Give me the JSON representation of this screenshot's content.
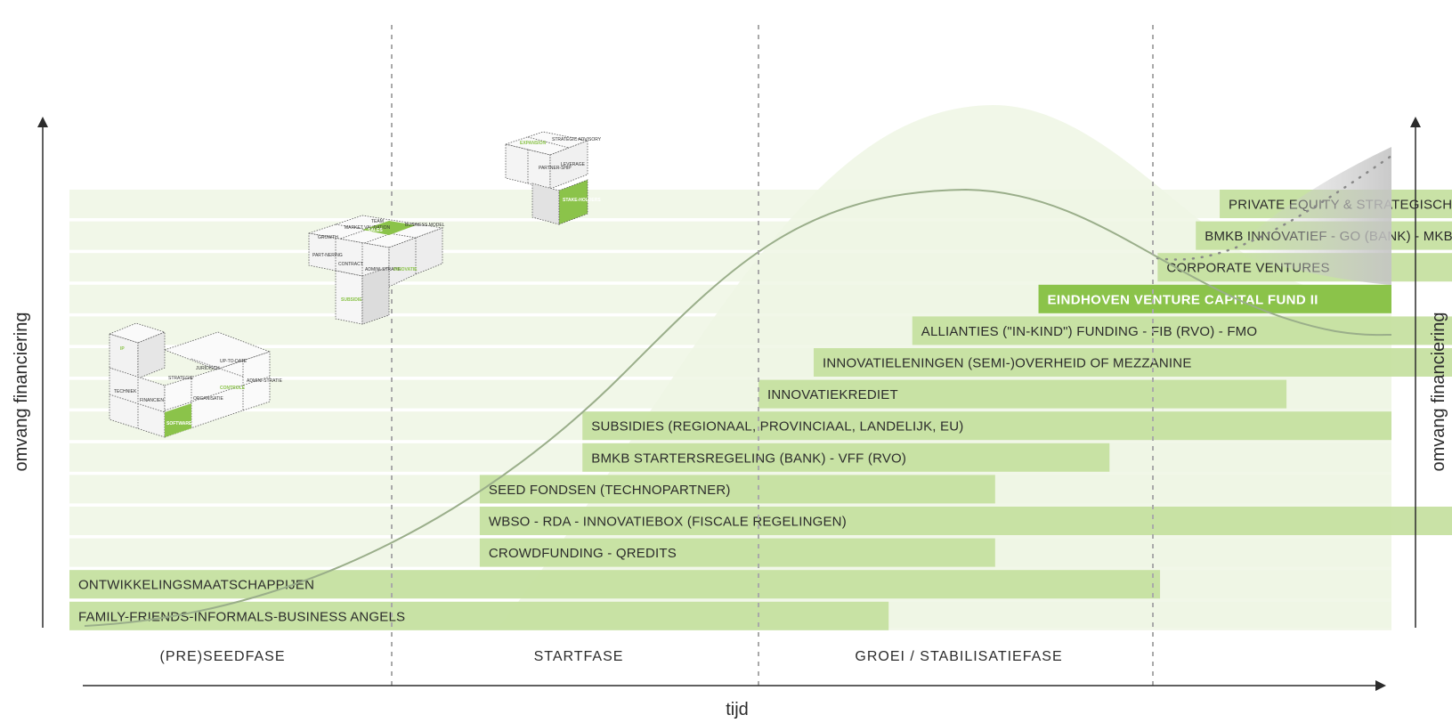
{
  "axes": {
    "y_label_left": "omvang financiering",
    "y_label_right": "omvang financiering",
    "x_label": "tijd"
  },
  "phases": [
    "(PRE)SEEDFASE",
    "STARTFASE",
    "GROEI / STABILISATIEFASE"
  ],
  "colors": {
    "band_light": "#eef6e4",
    "bar": "#c4e09e",
    "bar_highlight": "#8bc34a",
    "highlight_text": "#ffffff",
    "axis": "#2b2b2b",
    "curve": "#9aae8a",
    "divider": "#aaaaaa"
  },
  "financing_bars": [
    {
      "label": "PRIVATE EQUITY & STRATEGISCHE KOPERS",
      "phase_start": 3.28,
      "phase_end": 4.97
    },
    {
      "label": "BMKB INNOVATIEF - GO (BANK) - MKB IMPULSFONDS",
      "phase_start": 3.18,
      "phase_end": 4.78
    },
    {
      "label": "CORPORATE VENTURES",
      "phase_start": 3.02,
      "phase_end": 4.78
    },
    {
      "label": "EINDHOVEN VENTURE CAPITAL FUND II",
      "phase_start": 2.71,
      "phase_end": 4.0,
      "highlight": true
    },
    {
      "label": "ALLIANTIES (\"IN-KIND\") FUNDING - FIB (RVO) - FMO",
      "phase_start": 2.39,
      "phase_end": 4.78
    },
    {
      "label": "INNOVATIELENINGEN (SEMI-)OVERHEID OF MEZZANINE",
      "phase_start": 2.14,
      "phase_end": 4.78
    },
    {
      "label": "INNOVATIEKREDIET",
      "phase_start": 2.0,
      "phase_end": 3.56
    },
    {
      "label": "SUBSIDIES (REGIONAAL, PROVINCIAAL, LANDELIJK, EU)",
      "phase_start": 1.52,
      "phase_end": 4.0
    },
    {
      "label": "BMKB STARTERSREGELING (BANK) - VFF (RVO)",
      "phase_start": 1.52,
      "phase_end": 2.89
    },
    {
      "label": "SEED FONDSEN (TECHNOPARTNER)",
      "phase_start": 1.24,
      "phase_end": 2.6
    },
    {
      "label": "WBSO - RDA - INNOVATIEBOX (FISCALE REGELINGEN)",
      "phase_start": 1.24,
      "phase_end": 4.75
    },
    {
      "label": "CROWDFUNDING - QREDITS",
      "phase_start": 1.24,
      "phase_end": 2.6
    },
    {
      "label": "ONTWIKKELINGSMAATSCHAPPIJEN",
      "phase_start": 0.0,
      "phase_end": 3.03
    },
    {
      "label": "FAMILY-FRIENDS-INFORMALS-BUSINESS ANGELS",
      "phase_start": 0.0,
      "phase_end": 2.33
    }
  ],
  "cubes": {
    "large": {
      "top_labels": [
        "IP",
        "STRATEGIE",
        "JURIDISCH",
        "UP-TO-DATE"
      ],
      "front_labels": [
        "TECHNIEK",
        "FINANCIEN",
        "SOFTWARE",
        "ORGANISATIE",
        "CONTROLE",
        "ADMINI-STRATIE"
      ]
    },
    "medium": {
      "top_labels": [
        "GROWTH",
        "MARKET VALIDATION",
        "TEAM",
        "SALES",
        "BUSINESS MODEL"
      ],
      "front_labels": [
        "PART-NERING",
        "CONTRACT",
        "ADMINI-STRATIE",
        "INNOVATIE",
        "SUBSIDIE"
      ]
    },
    "small": {
      "top_labels": [
        "EXPANSION",
        "STRATEGIC ADVISORY"
      ],
      "front_labels": [
        "PARTNER-SHIP",
        "LEVERAGE",
        "STAKE-HOLDERS"
      ]
    }
  }
}
